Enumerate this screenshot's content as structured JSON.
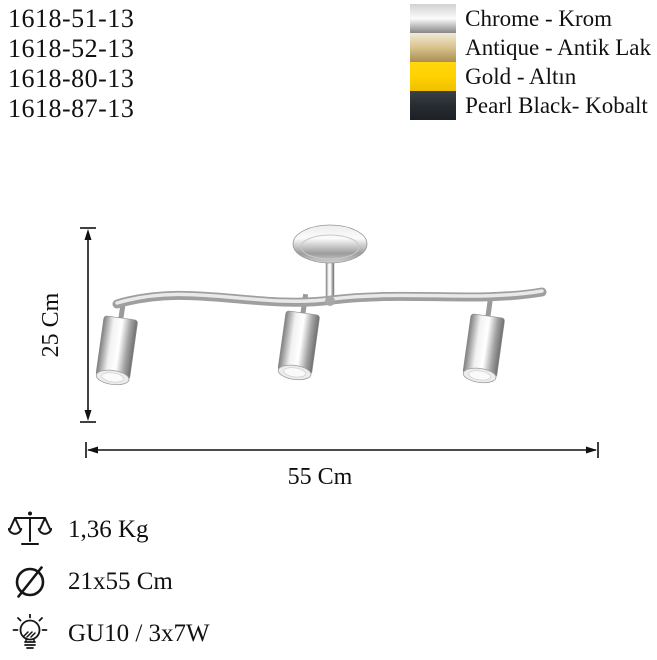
{
  "product_codes": [
    "1618-51-13",
    "1618-52-13",
    "1618-80-13",
    "1618-87-13"
  ],
  "finishes": [
    {
      "label": "Chrome - Krom",
      "name": "chrome",
      "colors": [
        "#d2d2d2",
        "#fbfbfb",
        "#868686"
      ]
    },
    {
      "label": "Antique - Antik Lak",
      "name": "antique",
      "colors": [
        "#f1ead6",
        "#d9c28c",
        "#a98e54"
      ]
    },
    {
      "label": "Gold - Altın",
      "name": "gold",
      "colors": [
        "#ffd60f",
        "#ffd100",
        "#efc000"
      ]
    },
    {
      "label": "Pearl Black- Kobalt",
      "name": "pearl-black",
      "colors": [
        "#3a4147",
        "#272c30",
        "#1d2125"
      ]
    }
  ],
  "drawing": {
    "height_dimension": "25 Cm",
    "width_dimension": "55 Cm"
  },
  "specs": [
    {
      "icon": "scale-icon",
      "value": "1,36 Kg"
    },
    {
      "icon": "diameter-icon",
      "value": "21x55 Cm"
    },
    {
      "icon": "bulb-icon",
      "value": "GU10 / 3x7W"
    }
  ]
}
